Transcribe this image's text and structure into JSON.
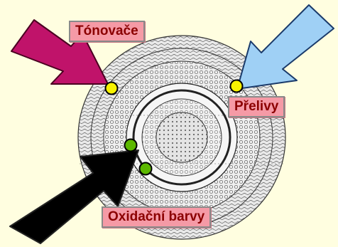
{
  "labels": {
    "toner": "Tónovače",
    "gloss": "Přelivy",
    "oxidation": "Oxidační barvy"
  },
  "colors": {
    "background": "#fffee0",
    "label_fill": "#f59aa6",
    "label_text": "#8b0000",
    "arrow_toner": "#c0136a",
    "arrow_gloss": "#9fd0f5",
    "arrow_oxidation": "#000000",
    "dot_yellow": "#f7f200",
    "dot_green": "#5cb800"
  },
  "icons": {
    "toner_arrow": "magenta-arrow",
    "gloss_arrow": "light-blue-arrow",
    "oxidation_arrow": "black-arrow",
    "hair_cross_section": "hair-cross-section-drawing"
  }
}
